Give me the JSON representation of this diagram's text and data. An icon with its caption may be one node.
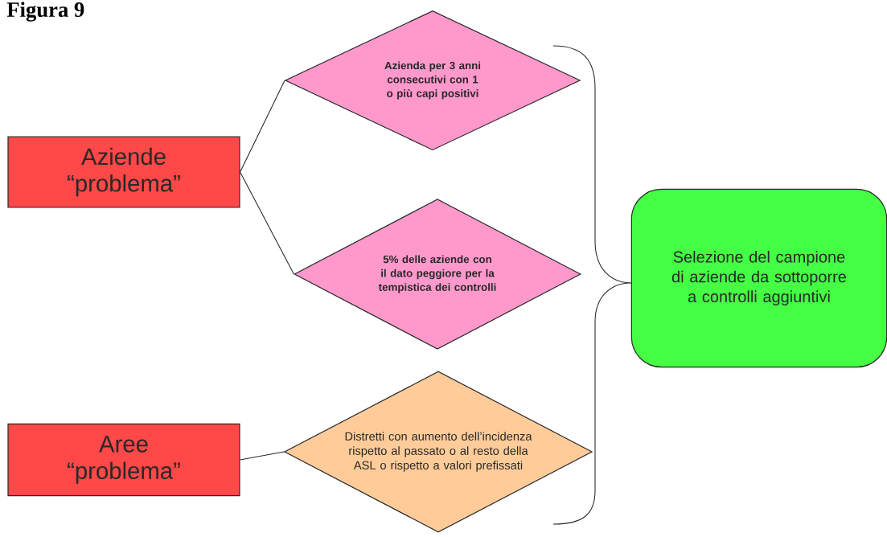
{
  "diagram": {
    "title": "Figura 9",
    "nodes": [
      {
        "text": [
          "Aziende “problema”"
        ]
      },
      {
        "text": [
          "Azienda per 3 anni consecutivi con 1 o più capi positivi"
        ]
      },
      {
        "text": [
          "5% delle aziende con il dato peggiore per la tempistica dei controlli"
        ]
      },
      {
        "text": [
          "Aree “problema”"
        ]
      },
      {
        "text": [
          "Distretti con aumento dell’incidenza rispetto al passato o al resto della ASL o rispetto a valori prefissati"
        ]
      },
      {
        "text": [
          "Selezione del campione di aziende da sottoporre a controlli aggiuntivi"
        ]
      }
    ],
    "edges": [
      {
        "from": 0,
        "to": 1,
        "arrow": "none"
      },
      {
        "from": 0,
        "to": 2,
        "arrow": "none"
      },
      {
        "from": 3,
        "to": 4,
        "arrow": "none"
      }
    ]
  }
}
